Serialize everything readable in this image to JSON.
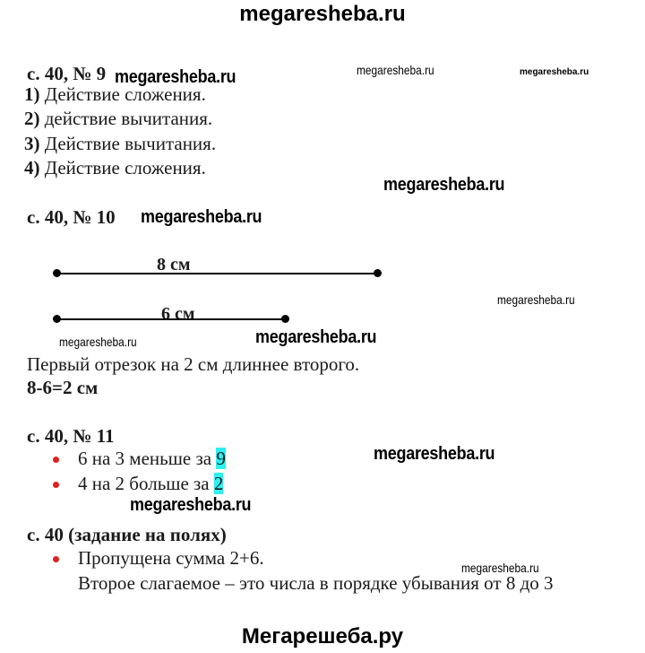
{
  "header": "megaresheba.ru",
  "footer": "Мегарешеба.ру",
  "watermark": "megaresheba.ru",
  "task9": {
    "title": "с. 40, № 9",
    "items": [
      {
        "num": "1)",
        "text": " Действие сложения."
      },
      {
        "num": "2)",
        "text": " действие вычитания."
      },
      {
        "num": "3)",
        "text": " Действие вычитания."
      },
      {
        "num": "4)",
        "text": " Действие сложения."
      }
    ]
  },
  "task10": {
    "title": "с. 40, № 10",
    "segment1_label": "8 см",
    "segment2_label": "6 см",
    "segment_lengths_cm": [
      8,
      6
    ],
    "answer": "Первый отрезок на 2 см длиннее второго.",
    "calc": "8-6=2 см"
  },
  "task11": {
    "title": "с. 40, № 11",
    "items": [
      {
        "text": "6 на 3 меньше за ",
        "answer": "9"
      },
      {
        "text": "4 на 2 больше за ",
        "answer": "2"
      }
    ]
  },
  "margin_task": {
    "title": "с. 40 (задание на полях)",
    "line1": "Пропущена сумма 2+6.",
    "line2": "Второе слагаемое – это числа в порядке убывания от 8 до 3"
  },
  "colors": {
    "bullet": "#e0201c",
    "highlight": "#2ff0f0"
  }
}
